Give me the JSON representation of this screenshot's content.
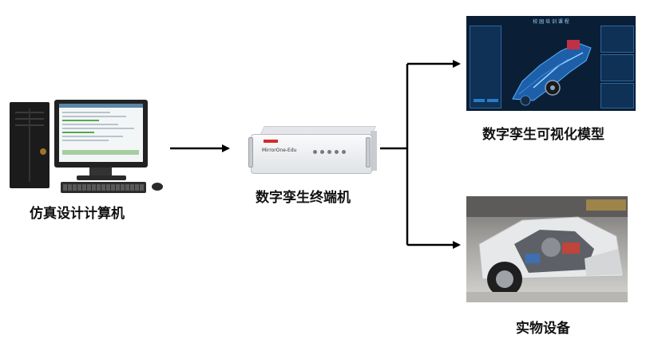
{
  "nodes": {
    "computer": {
      "label": "仿真设计计算机"
    },
    "terminal": {
      "label": "数字孪生终端机",
      "brand": "MirrorOne-Edu"
    },
    "twin_model": {
      "label": "数字孪生可视化模型",
      "screen_title": "校 园 培 训 课 程"
    },
    "physical": {
      "label": "实物设备"
    }
  },
  "edges": [
    {
      "from": "computer",
      "to": "terminal"
    },
    {
      "from": "terminal",
      "to": "twin_model"
    },
    {
      "from": "terminal",
      "to": "physical"
    }
  ],
  "colors": {
    "arrow": "#000000",
    "text": "#111111",
    "twin_bg": "#0a1f36",
    "twin_accent": "#2a7ac8",
    "logo_red": "#d62b2b"
  }
}
